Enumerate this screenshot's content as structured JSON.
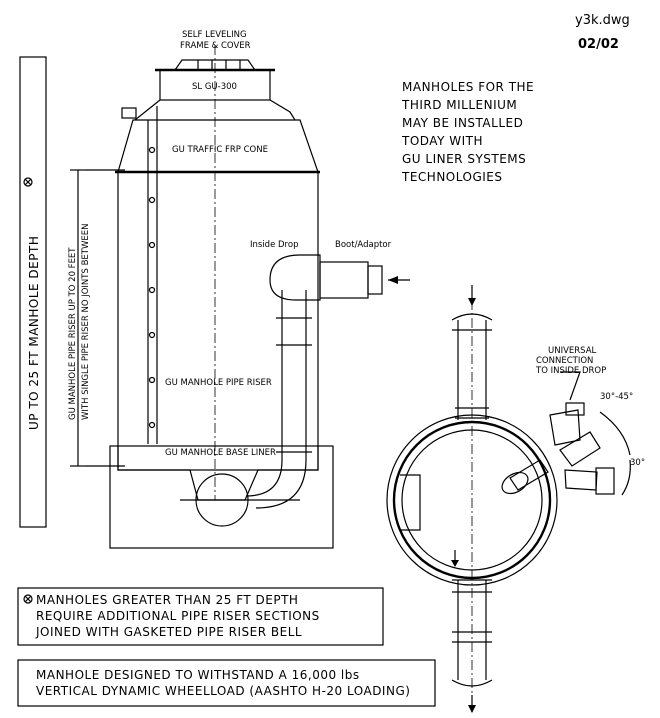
{
  "header": {
    "filename": "y3k.dwg",
    "page": "02/02"
  },
  "labels": {
    "frame_cover_1": "SELF LEVELING",
    "frame_cover_2": "FRAME & COVER",
    "sl_gu": "SL GU-300",
    "cone": "GU TRAFFIC FRP CONE",
    "inside_drop": "Inside Drop",
    "boot_adaptor": "Boot/Adaptor",
    "pipe_riser": "GU MANHOLE PIPE RISER",
    "base_liner": "GU MANHOLE BASE LINER",
    "vertical_depth": "UP TO 25 FT MANHOLE DEPTH",
    "riser_note_1": "GU MANHOLE PIPE RISER UP TO 20 FEET",
    "riser_note_2": "WITH SINGLE PIPE RISER NO JOINTS BETWEEN",
    "universal_1": "UNIVERSAL",
    "universal_2": "CONNECTION",
    "universal_3": "TO INSIDE DROP",
    "angle_1": "30°-45°",
    "angle_2": "30°"
  },
  "headline": [
    "MANHOLES FOR THE",
    "THIRD MILLENIUM",
    "MAY BE INSTALLED",
    "TODAY WITH",
    "GU LINER SYSTEMS",
    "TECHNOLOGIES"
  ],
  "notes": {
    "depth_1": "MANHOLES GREATER THAN 25 FT DEPTH",
    "depth_2": "REQUIRE ADDITIONAL PIPE RISER SECTIONS",
    "depth_3": "JOINED WITH GASKETED PIPE RISER BELL",
    "load_1": "MANHOLE DESIGNED TO WITHSTAND A 16,000 lbs",
    "load_2": "VERTICAL DYNAMIC WHEELLOAD (AASHTO H-20 LOADING)"
  }
}
